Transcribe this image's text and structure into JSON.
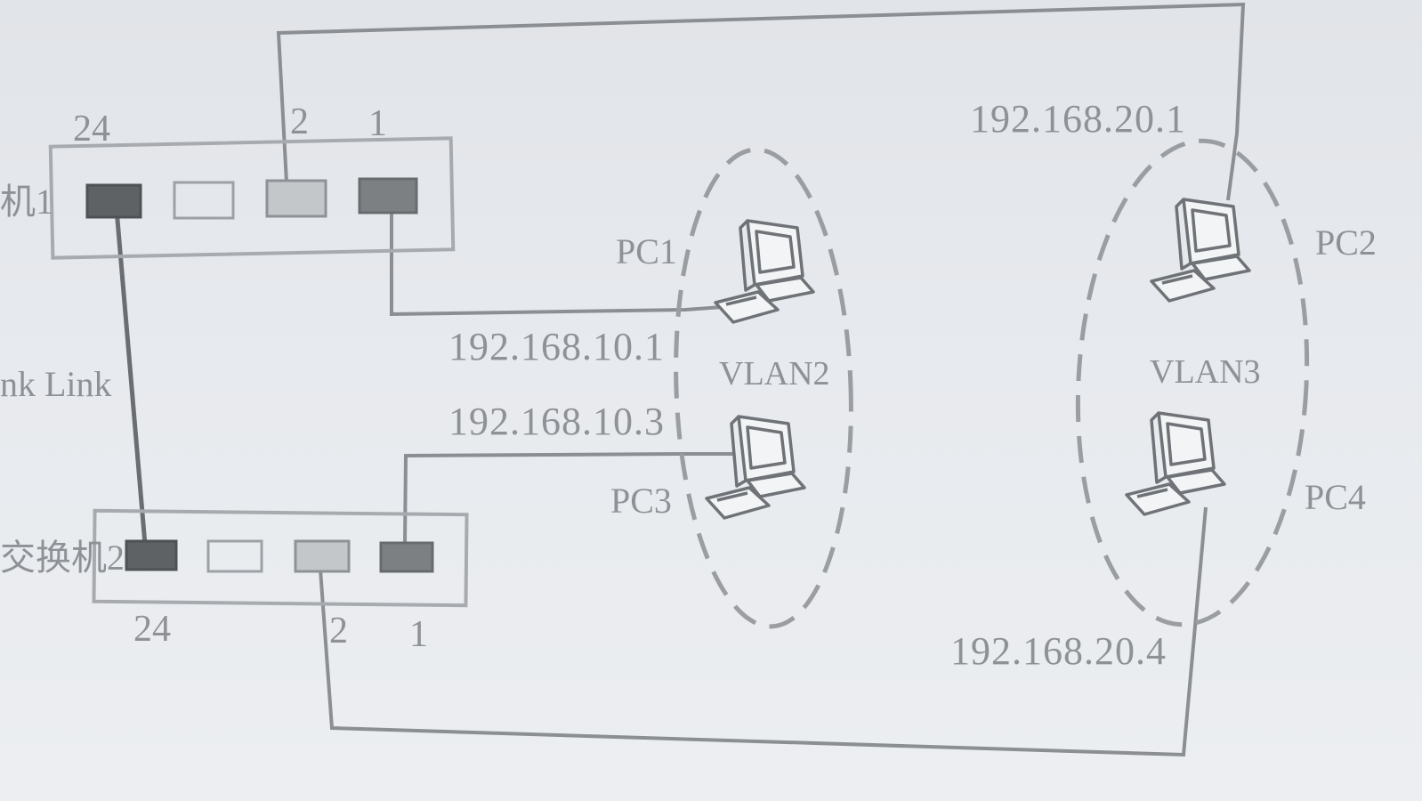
{
  "diagram": {
    "switch1": {
      "label": "机1",
      "ports": {
        "p24": "24",
        "p2": "2",
        "p1": "1"
      }
    },
    "switch2": {
      "label": "交换机2",
      "ports": {
        "p24": "24",
        "p2": "2",
        "p1": "1"
      }
    },
    "trunk_label": "nk Link",
    "vlan_a": {
      "label": "VLAN2"
    },
    "vlan_b": {
      "label": "VLAN3"
    },
    "pcs": {
      "pc1": {
        "label": "PC1",
        "ip": "192.168.10.1"
      },
      "pc2": {
        "label": "PC2",
        "ip": "192.168.20.1"
      },
      "pc3": {
        "label": "PC3",
        "ip": "192.168.10.3"
      },
      "pc4": {
        "label": "PC4",
        "ip": "192.168.20.4"
      }
    }
  }
}
